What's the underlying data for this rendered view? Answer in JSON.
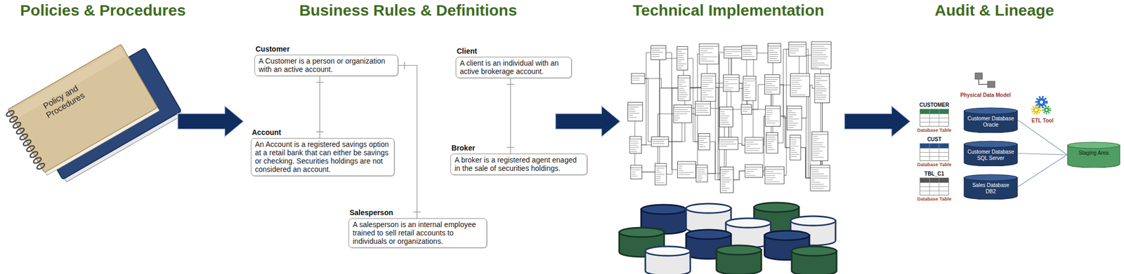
{
  "diagram": {
    "nodes": [
      {
        "text": [
          "Customer",
          "A Customer is a person or organization with an active account."
        ]
      },
      {
        "text": [
          "Account",
          "An Account is a registered savings option at a retail bank that can either be savings or checking. Securities holdings are not considered an account."
        ]
      },
      {
        "text": [
          "Client",
          "A client is an individual with an active brokerage account."
        ]
      },
      {
        "text": [
          "Broker",
          "A broker is a registered agent enaged in the sale of securities holdings."
        ]
      },
      {
        "text": [
          "Salesperson",
          "A salesperson is an internal employee trained to sell retail accounts to individuals or organizations."
        ]
      },
      {
        "text": [
          "CUSTOMER",
          "Database Table"
        ]
      },
      {
        "text": [
          "CUST",
          "Database Table"
        ]
      },
      {
        "text": [
          "TBL_C1",
          "Database Table"
        ]
      },
      {
        "text": [
          "Customer Database Oracle"
        ]
      },
      {
        "text": [
          "Customer Database SQL Server"
        ]
      },
      {
        "text": [
          "Sales Database DB2"
        ]
      },
      {
        "text": [
          "Staging Area"
        ]
      }
    ],
    "edges": [
      {
        "from": 0,
        "to": 1,
        "arrow": "none"
      },
      {
        "from": 0,
        "to": 4,
        "arrow": "none"
      },
      {
        "from": 2,
        "to": 3,
        "arrow": "none"
      },
      {
        "from": 8,
        "to": 11,
        "arrow": "none"
      },
      {
        "from": 9,
        "to": 11,
        "arrow": "none"
      },
      {
        "from": 10,
        "to": 11,
        "arrow": "none"
      }
    ],
    "labels": [
      "Policies & Procedures",
      "Business Rules & Definitions",
      "Technical Implementation",
      "Audit & Lineage",
      "Policy and Procedures",
      "Physical Data Model",
      "ETL Tool"
    ]
  }
}
